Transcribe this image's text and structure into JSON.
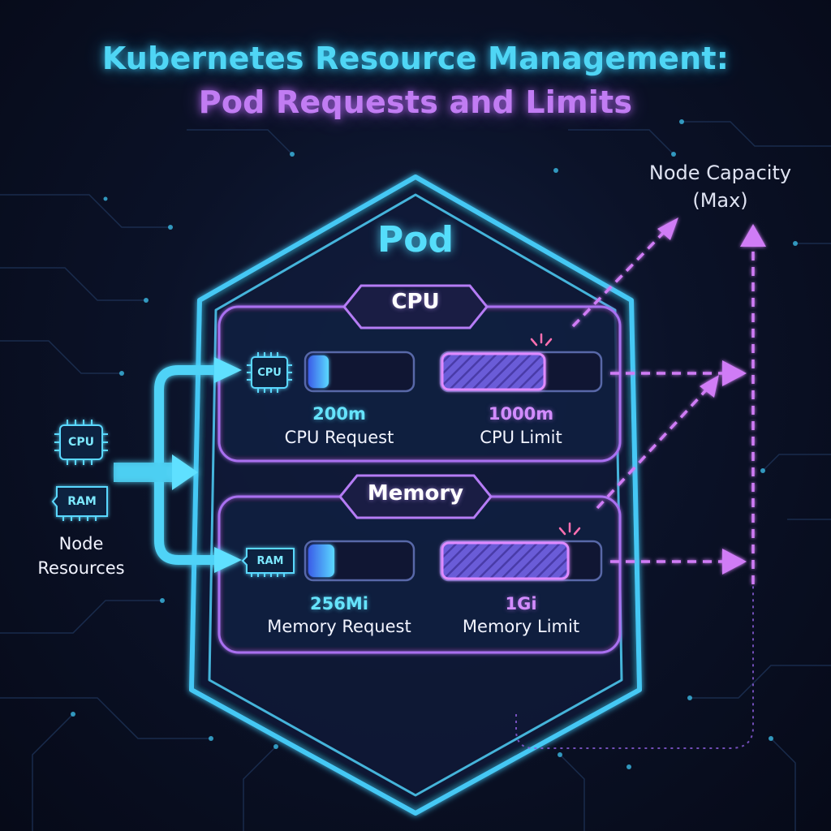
{
  "title": {
    "line1": "Kubernetes Resource Management:",
    "line2": "Pod Requests and Limits"
  },
  "pod": {
    "label": "Pod",
    "sections": {
      "cpu": {
        "title": "CPU",
        "icon": "cpu-chip-icon",
        "icon_label": "CPU",
        "request": {
          "value": "200m",
          "label": "CPU Request",
          "fill_fraction": 0.2
        },
        "limit": {
          "value": "1000m",
          "label": "CPU Limit",
          "fill_fraction": 0.65
        }
      },
      "memory": {
        "title": "Memory",
        "icon": "ram-module-icon",
        "icon_label": "RAM",
        "request": {
          "value": "256Mi",
          "label": "Memory Request",
          "fill_fraction": 0.25
        },
        "limit": {
          "value": "1Gi",
          "label": "Memory Limit",
          "fill_fraction": 0.8
        }
      }
    }
  },
  "node_resources": {
    "label": "Node Resources",
    "icons": [
      {
        "icon": "cpu-chip-icon",
        "label": "CPU"
      },
      {
        "icon": "ram-module-icon",
        "label": "RAM"
      }
    ]
  },
  "node_capacity": {
    "label": "Node Capacity (Max)"
  },
  "colors": {
    "cyan": "#4fd6f5",
    "purple": "#c17cf3",
    "background": "#0b1228"
  }
}
